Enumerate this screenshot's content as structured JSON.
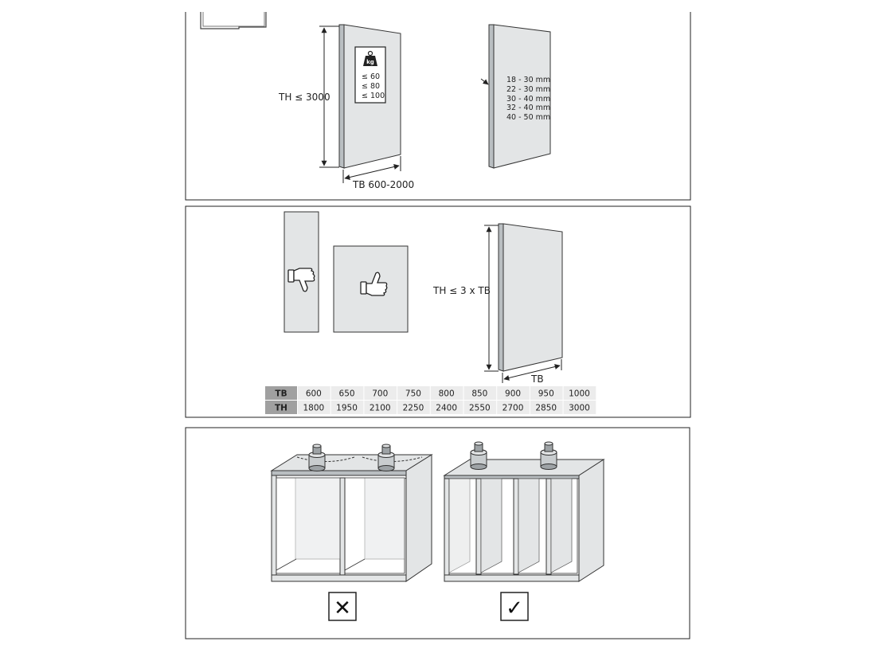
{
  "panel1": {
    "height_label": "TH ≤ 3000",
    "width_label": "TB 600-2000",
    "weight_icon_label": "kg",
    "weights": [
      "≤ 60",
      "≤ 80",
      "≤ 100"
    ],
    "thicknesses": [
      "18 - 30 mm",
      "22 - 30 mm",
      "30 - 40 mm",
      "32 - 40 mm",
      "40 - 50 mm"
    ]
  },
  "panel2": {
    "height_label": "TH ≤ 3 x TB",
    "width_label": "TB",
    "table": {
      "rows": [
        {
          "header": "TB",
          "values": [
            "600",
            "650",
            "700",
            "750",
            "800",
            "850",
            "900",
            "950",
            "1000"
          ]
        },
        {
          "header": "TH",
          "values": [
            "1800",
            "1950",
            "2100",
            "2250",
            "2400",
            "2550",
            "2700",
            "2850",
            "3000"
          ]
        }
      ]
    }
  },
  "panel3": {
    "wrong_mark": "✕",
    "right_mark": "✓"
  },
  "colors": {
    "panel_fill": "#e3e5e6",
    "panel_edge": "#9ea3a6",
    "table_header": "#a0a0a0",
    "table_row": "#ececec",
    "stroke": "#222222"
  }
}
